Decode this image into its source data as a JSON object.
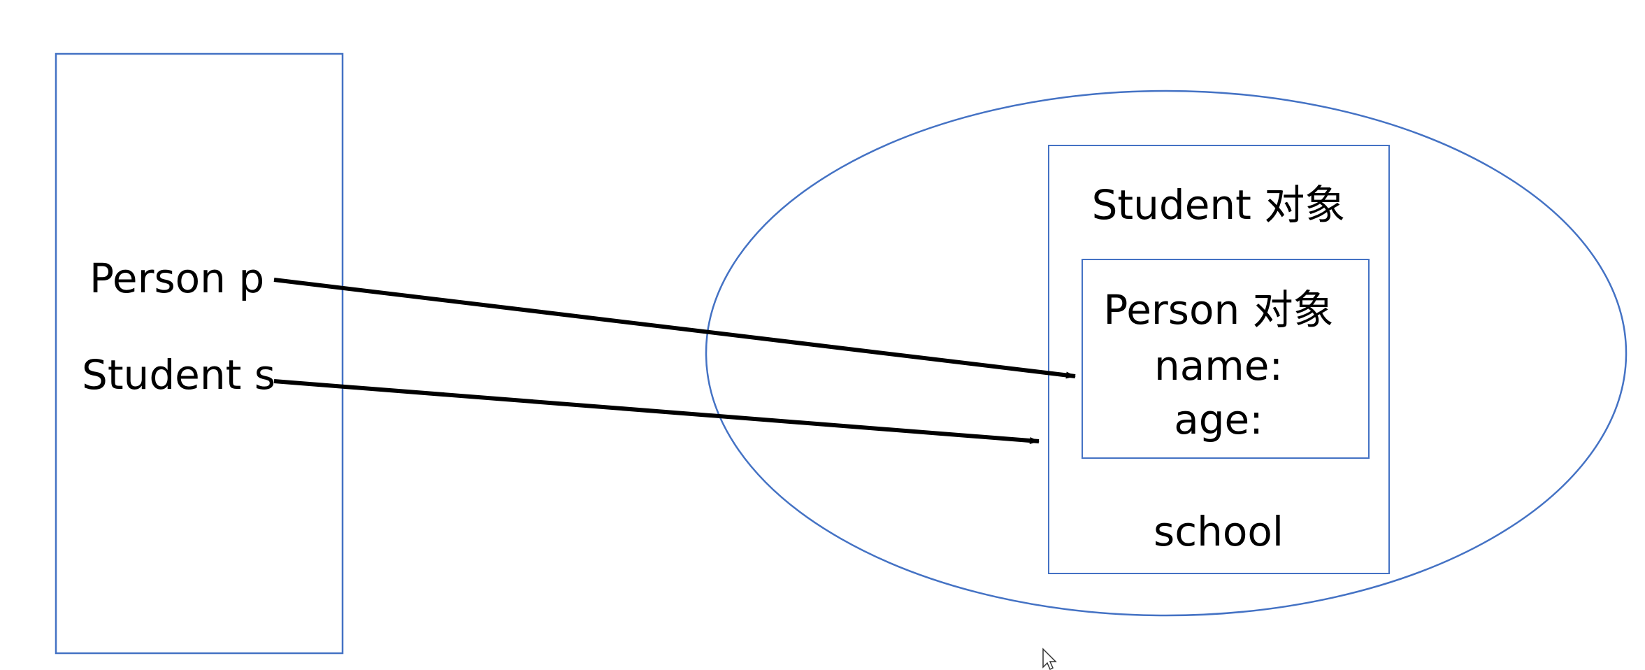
{
  "stack": {
    "labels": [
      "Person p",
      "Student s"
    ]
  },
  "heap": {
    "student_object": {
      "title": "Student 对象",
      "field": "school",
      "person_object": {
        "title": "Person 对象",
        "fields": [
          "name:",
          "age:"
        ]
      }
    }
  },
  "colors": {
    "outline": "#4472c4",
    "arrow": "#000000",
    "text": "#000000"
  },
  "icons": [
    "mouse-cursor-icon"
  ]
}
